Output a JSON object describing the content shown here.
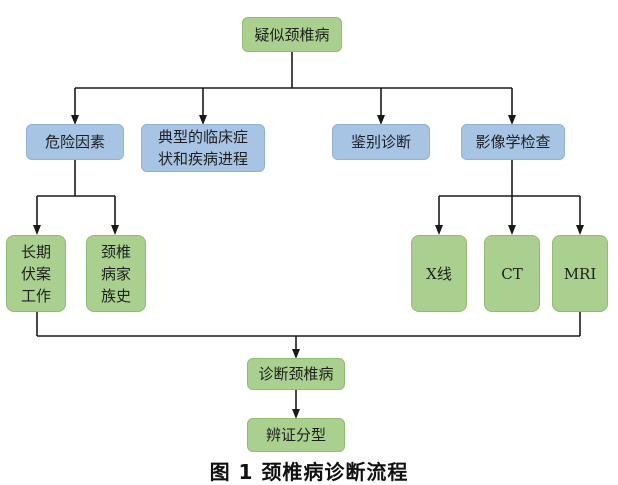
{
  "nodes": {
    "root": "疑似颈椎病",
    "risk_factors": "危险因素",
    "typical_symptoms": [
      "典型的临床症",
      "状和疾病进程"
    ],
    "differential": "鉴别诊断",
    "imaging": "影像学检查",
    "long_work": [
      "长期",
      "伏案",
      "工作"
    ],
    "family_history": [
      "颈椎",
      "病家",
      "族史"
    ],
    "xray": "X线",
    "ct": "CT",
    "mri": "MRI",
    "diagnosis": "诊断颈椎病",
    "syndrome_typing": "辨证分型"
  },
  "caption": "图 1   颈椎病诊断流程",
  "colors": {
    "green_fill": "#a9d08e",
    "blue_fill": "#a7c4e5",
    "line": "#1a1a1a"
  }
}
